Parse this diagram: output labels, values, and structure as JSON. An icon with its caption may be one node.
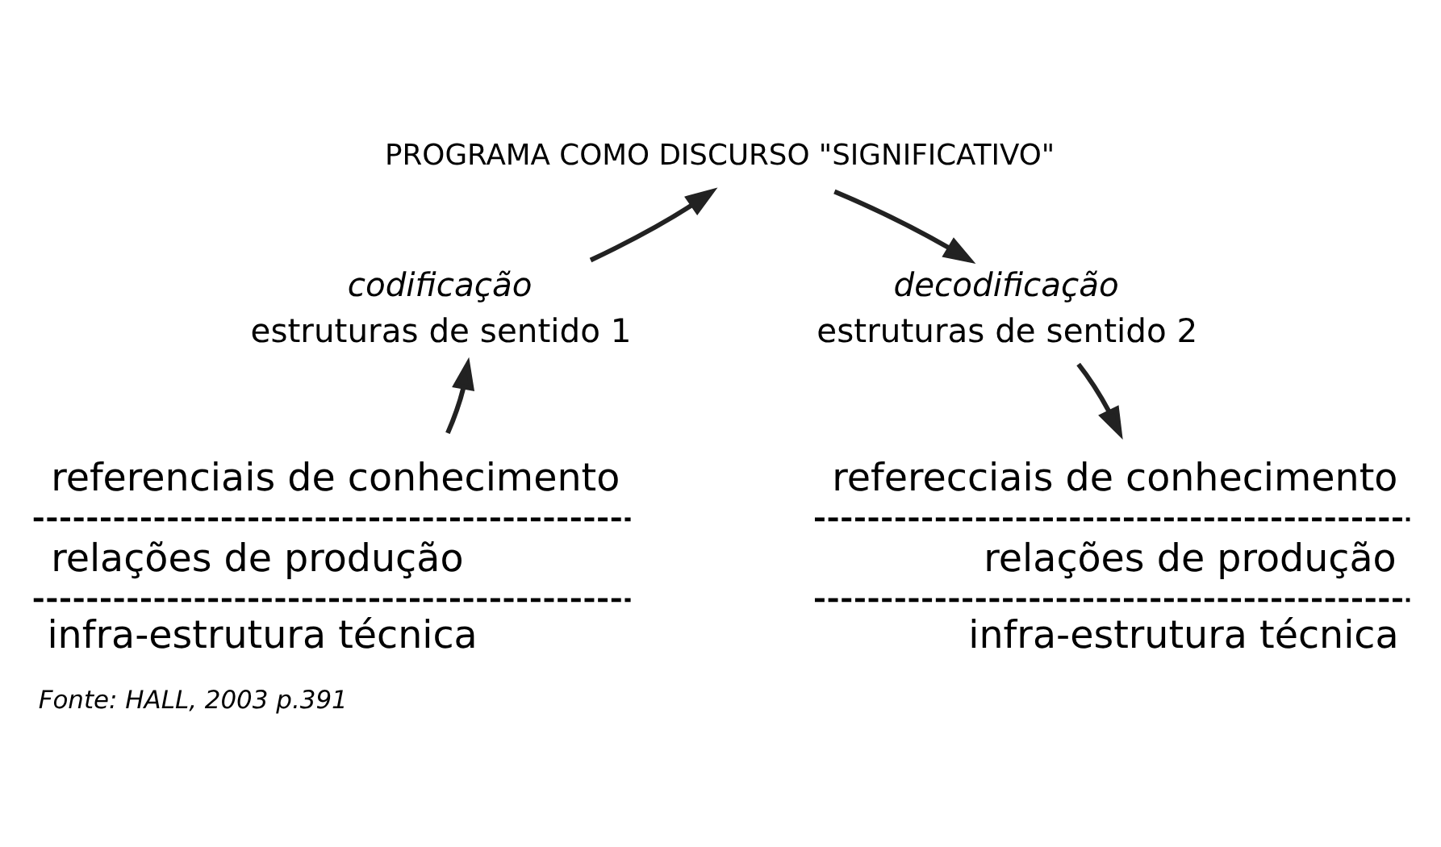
{
  "diagram": {
    "caption": "Fonte: HALL, 2003 p.391",
    "nodes": [
      {
        "text": [
          "PROGRAMA COMO DISCURSO \"SIGNIFICATIVO\""
        ]
      },
      {
        "text": [
          "codificação",
          "estruturas de sentido 1"
        ]
      },
      {
        "text": [
          "decodificação",
          "estruturas de sentido 2"
        ]
      },
      {
        "text": [
          "referenciais de conhecimento",
          "relações de produção",
          "infra-estrutura técnica"
        ]
      },
      {
        "text": [
          "referecciais de conhecimento",
          "relações de produção",
          "infra-estrutura técnica"
        ]
      }
    ],
    "edges": [
      {
        "from": 3,
        "to": 1,
        "arrow": "to"
      },
      {
        "from": 1,
        "to": 0,
        "arrow": "to"
      },
      {
        "from": 0,
        "to": 2,
        "arrow": "to"
      },
      {
        "from": 2,
        "to": 4,
        "arrow": "to"
      }
    ]
  }
}
